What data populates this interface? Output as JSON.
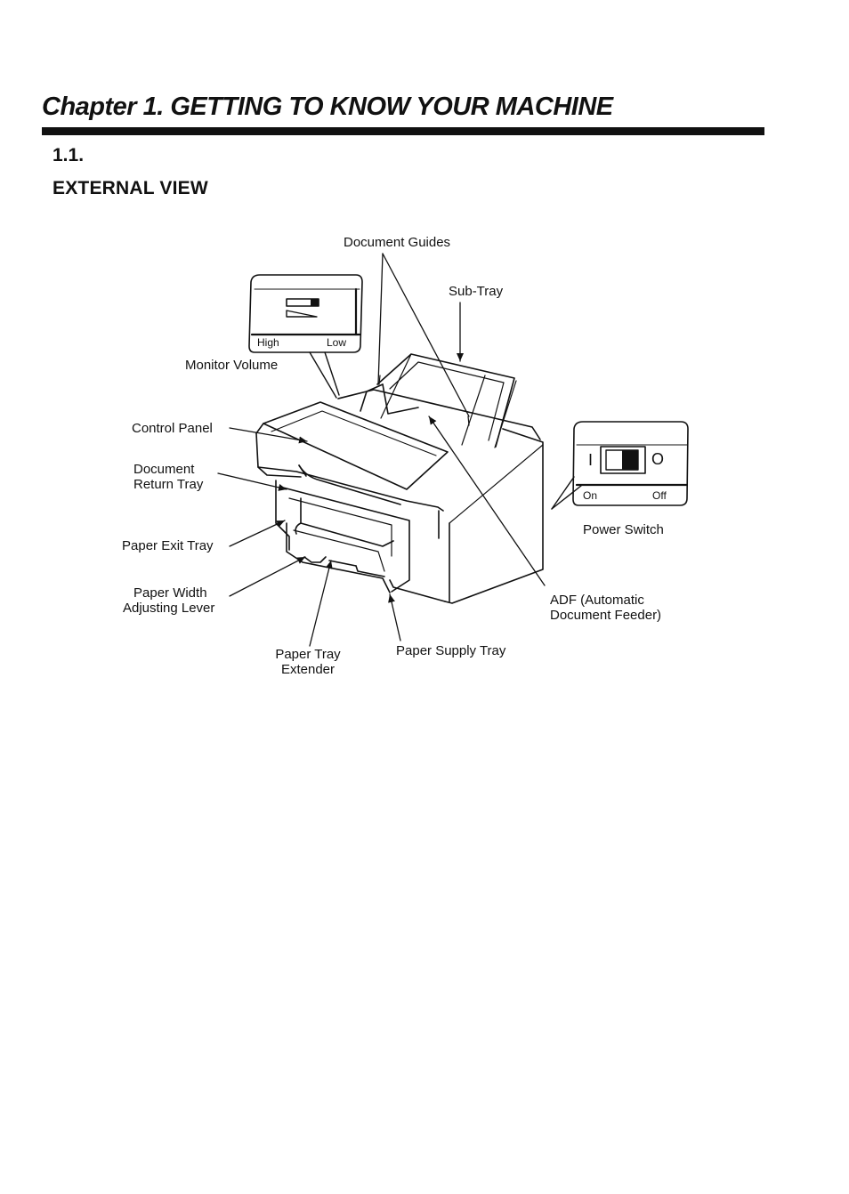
{
  "chapter": {
    "title": "Chapter 1. GETTING TO KNOW YOUR MACHINE"
  },
  "section": {
    "number": "1.1.",
    "title": "EXTERNAL VIEW"
  },
  "labels": {
    "document_guides": "Document Guides",
    "sub_tray": "Sub-Tray",
    "monitor_volume": "Monitor Volume",
    "control_panel": "Control Panel",
    "document_return_tray_line1": "Document",
    "document_return_tray_line2": "Return Tray",
    "paper_exit_tray": "Paper Exit Tray",
    "paper_width_line1": "Paper Width",
    "paper_width_line2": "Adjusting Lever",
    "paper_tray_extender_line1": "Paper Tray",
    "paper_tray_extender_line2": "Extender",
    "paper_supply_tray": "Paper Supply Tray",
    "adf_line1": "ADF (Automatic",
    "adf_line2": "Document Feeder)",
    "power_switch": "Power Switch"
  },
  "volume_inset": {
    "high": "High",
    "low": "Low"
  },
  "power_inset": {
    "on_symbol": "I",
    "off_symbol": "O",
    "on": "On",
    "off": "Off"
  }
}
